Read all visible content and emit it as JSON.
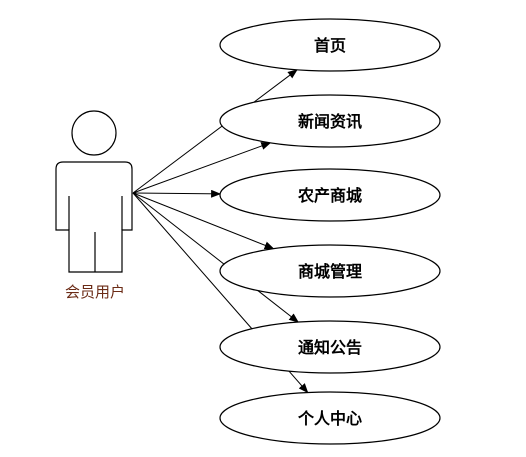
{
  "actor": {
    "label": "会员用户"
  },
  "use_cases": [
    {
      "label": "首页"
    },
    {
      "label": "新闻资讯"
    },
    {
      "label": "农产商城"
    },
    {
      "label": "商城管理"
    },
    {
      "label": "通知公告"
    },
    {
      "label": "个人中心"
    }
  ],
  "colors": {
    "actor_label": "#6b2b16",
    "stroke": "#000000",
    "background": "#ffffff"
  }
}
